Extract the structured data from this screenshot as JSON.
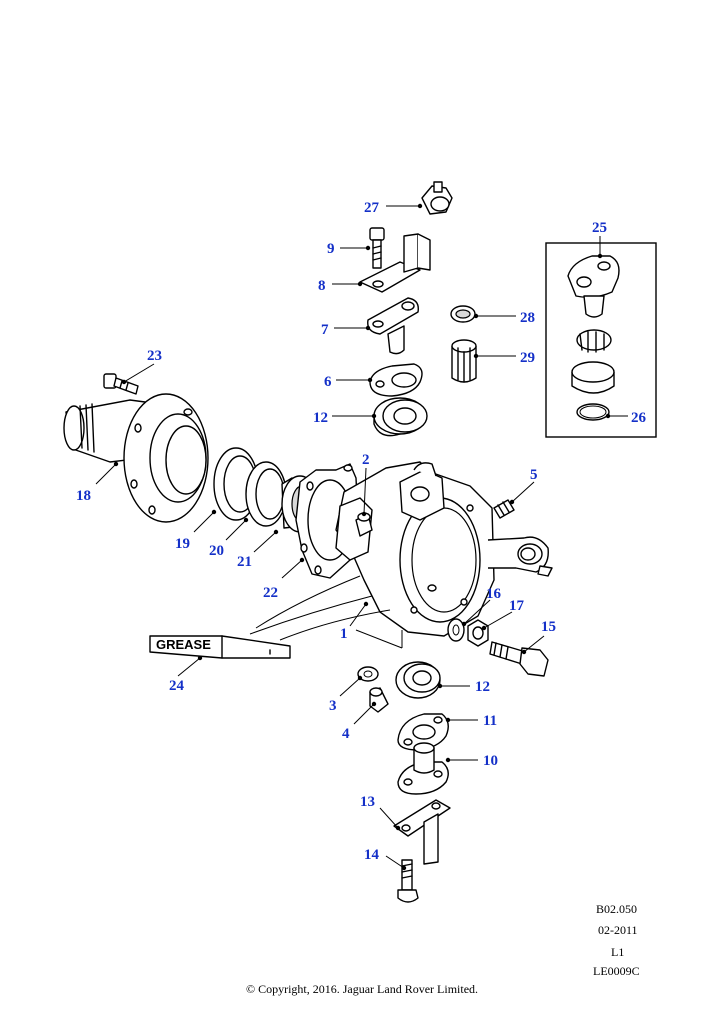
{
  "callouts": {
    "c1": "1",
    "c2": "2",
    "c3": "3",
    "c4": "4",
    "c5": "5",
    "c6": "6",
    "c7": "7",
    "c8": "8",
    "c9": "9",
    "c10": "10",
    "c11": "11",
    "c12a": "12",
    "c12b": "12",
    "c13": "13",
    "c14": "14",
    "c15": "15",
    "c16": "16",
    "c17": "17",
    "c18": "18",
    "c19": "19",
    "c20": "20",
    "c21": "21",
    "c22": "22",
    "c23": "23",
    "c24": "24",
    "c25": "25",
    "c26": "26",
    "c27": "27",
    "c28": "28",
    "c29": "29"
  },
  "grease_label": "GREASE",
  "meta": {
    "ref": "B02.050",
    "date": "02-2011",
    "level": "L1",
    "code": "LE0009C"
  },
  "copyright": "© Copyright, 2016. Jaguar Land Rover Limited.",
  "colors": {
    "callout": "#1430c8",
    "line": "#000000"
  }
}
